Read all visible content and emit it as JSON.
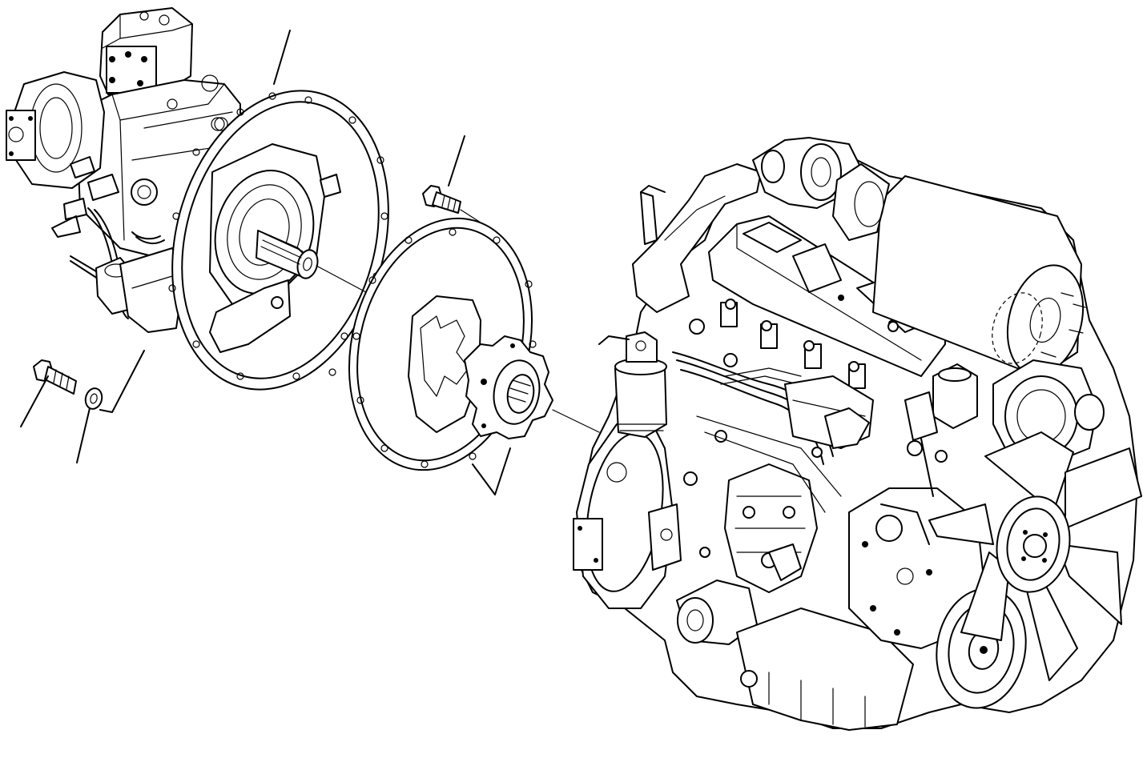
{
  "diagram": {
    "type": "exploded-parts-view",
    "colors": {
      "line": "#000000",
      "background": "#ffffff"
    },
    "parts": [
      {
        "key": "hydraulic-pump-assembly"
      },
      {
        "key": "coupling-flywheel-plate"
      },
      {
        "key": "mounting-bolt"
      },
      {
        "key": "mounting-bolt-with-washer"
      },
      {
        "key": "washer"
      },
      {
        "key": "rubber-coupling-element"
      },
      {
        "key": "engine-assembly"
      },
      {
        "key": "cooling-fan"
      }
    ],
    "callout_count": 5
  }
}
